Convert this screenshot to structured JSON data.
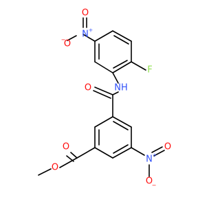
{
  "molecule": {
    "atom_labels": {
      "oxygen": "O",
      "nitrogen": "N",
      "fluorine": "F",
      "amide_nh": "NH",
      "nitro_n_plus": "+",
      "oxide_minus": "−"
    },
    "colors": {
      "oxygen": "#ff0d0d",
      "nitrogen": "#3050f8",
      "fluorine": "#90e050",
      "carbon_bond": "#000000",
      "background": "#ffffff"
    }
  }
}
